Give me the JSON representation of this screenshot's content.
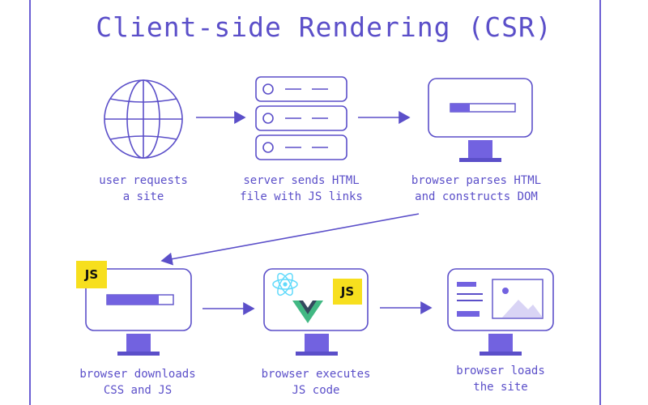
{
  "title": "Client-side Rendering (CSR)",
  "steps": [
    {
      "line1": "user requests",
      "line2": "a site"
    },
    {
      "line1": "server sends HTML",
      "line2": "file with JS links"
    },
    {
      "line1": "browser parses HTML",
      "line2": "and constructs DOM"
    },
    {
      "line1": "browser downloads",
      "line2": "CSS and JS"
    },
    {
      "line1": "browser executes",
      "line2": "JS code"
    },
    {
      "line1": "browser loads",
      "line2": "the site"
    }
  ],
  "badges": {
    "js_label": "JS"
  },
  "colors": {
    "ink": "#5b4fc9",
    "accent": "#7262e0",
    "js_yellow": "#f7df1e",
    "vue_green": "#41b883",
    "vue_dark": "#34495e",
    "react_blue": "#61dafb",
    "image_fill": "#d9d4f5"
  },
  "icons": [
    "globe-icon",
    "server-icon",
    "monitor-icon",
    "react-logo",
    "vue-logo",
    "image-icon"
  ]
}
